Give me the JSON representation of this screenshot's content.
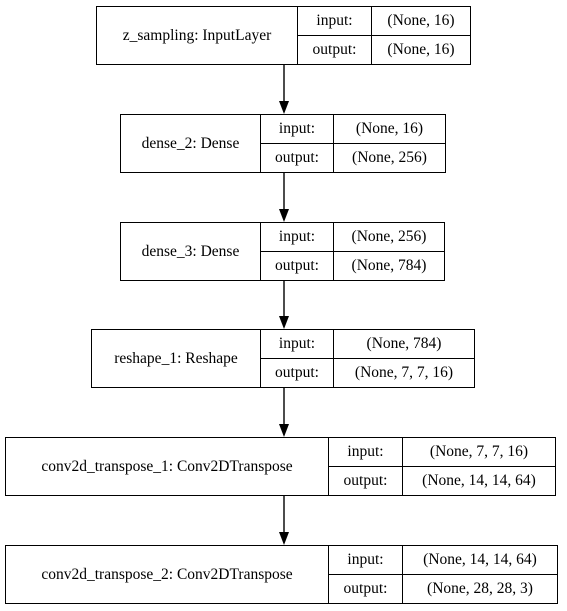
{
  "layers": [
    {
      "name": "z_sampling: InputLayer",
      "input_label": "input:",
      "output_label": "output:",
      "input_shape": "(None, 16)",
      "output_shape": "(None, 16)"
    },
    {
      "name": "dense_2: Dense",
      "input_label": "input:",
      "output_label": "output:",
      "input_shape": "(None, 16)",
      "output_shape": "(None, 256)"
    },
    {
      "name": "dense_3: Dense",
      "input_label": "input:",
      "output_label": "output:",
      "input_shape": "(None, 256)",
      "output_shape": "(None, 784)"
    },
    {
      "name": "reshape_1: Reshape",
      "input_label": "input:",
      "output_label": "output:",
      "input_shape": "(None, 784)",
      "output_shape": "(None, 7, 7, 16)"
    },
    {
      "name": "conv2d_transpose_1: Conv2DTranspose",
      "input_label": "input:",
      "output_label": "output:",
      "input_shape": "(None, 7, 7, 16)",
      "output_shape": "(None, 14, 14, 64)"
    },
    {
      "name": "conv2d_transpose_2: Conv2DTranspose",
      "input_label": "input:",
      "output_label": "output:",
      "input_shape": "(None, 14, 14, 64)",
      "output_shape": "(None, 28, 28, 3)"
    }
  ]
}
